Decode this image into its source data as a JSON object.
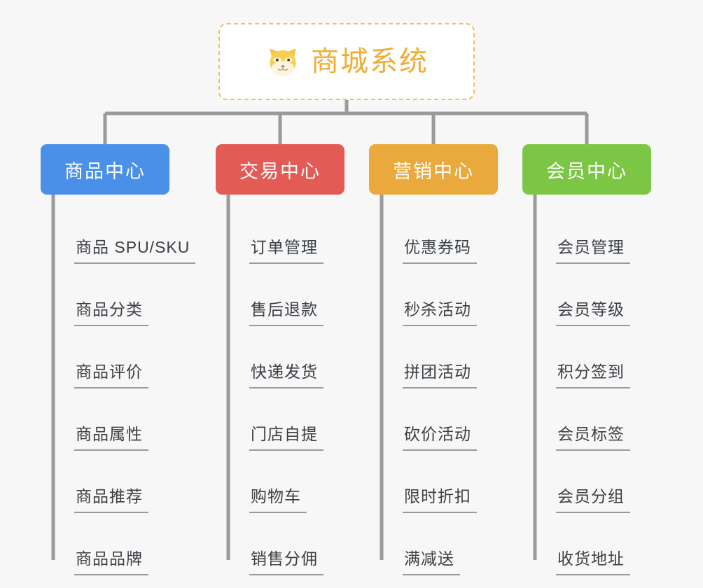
{
  "page": {
    "background_color": "#f7f7f7",
    "diagram_type": "organization-tree"
  },
  "root": {
    "title": "商城系统",
    "icon": "shiba-dog-face-emoji",
    "text_color": "#f0ad34",
    "border_color": "#f2c05a",
    "background_color": "#ffffff"
  },
  "connector": {
    "color": "#9a9a9a"
  },
  "columns": [
    {
      "header": "商品中心",
      "color": "#4a90e8",
      "items": [
        "商品 SPU/SKU",
        "商品分类",
        "商品评价",
        "商品属性",
        "商品推荐",
        "商品品牌"
      ]
    },
    {
      "header": "交易中心",
      "color": "#e35b55",
      "items": [
        "订单管理",
        "售后退款",
        "快递发货",
        "门店自提",
        "购物车",
        "销售分佣"
      ]
    },
    {
      "header": "营销中心",
      "color": "#eaa93d",
      "items": [
        "优惠券码",
        "秒杀活动",
        "拼团活动",
        "砍价活动",
        "限时折扣",
        "满减送"
      ]
    },
    {
      "header": "会员中心",
      "color": "#7cc646",
      "items": [
        "会员管理",
        "会员等级",
        "积分签到",
        "会员标签",
        "会员分组",
        "收货地址"
      ]
    }
  ]
}
